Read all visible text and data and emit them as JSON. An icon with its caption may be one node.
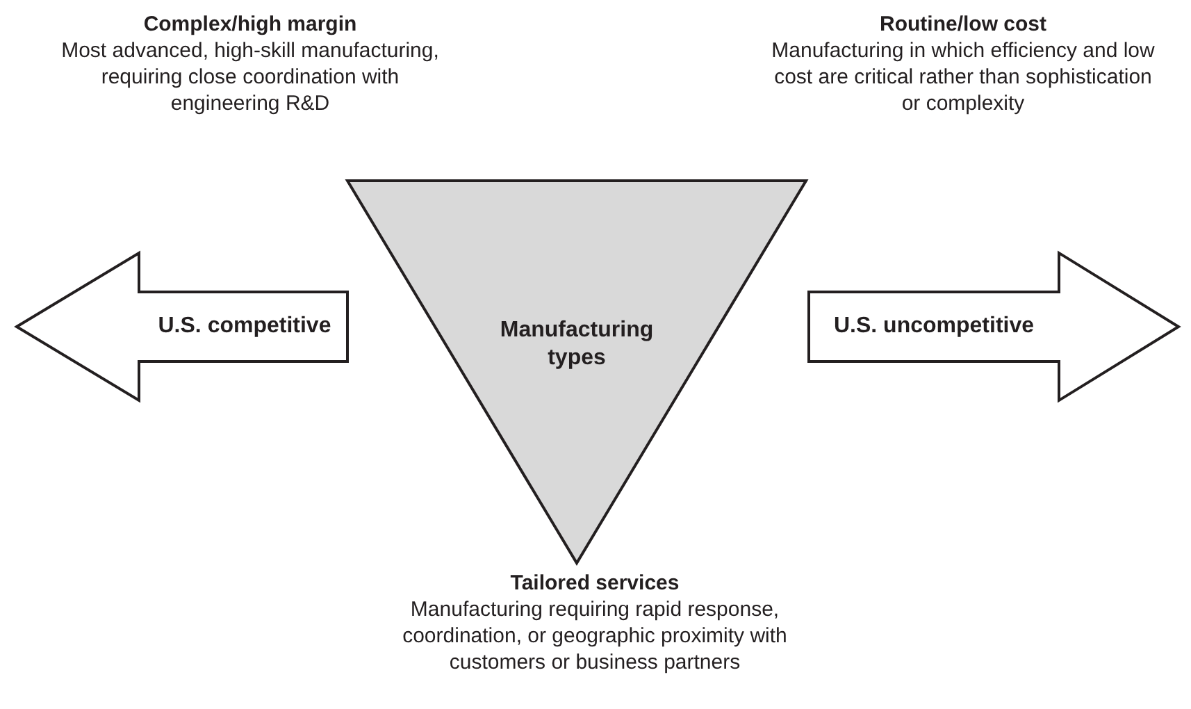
{
  "diagram": {
    "nodes": [
      {
        "text": [
          "Manufacturing types"
        ]
      },
      {
        "text": [
          "U.S. competitive"
        ]
      },
      {
        "text": [
          "U.S. uncompetitive"
        ]
      }
    ],
    "edges": [],
    "labels": [
      "Complex/high margin",
      "Most advanced, high-skill manufacturing, requiring close coordination with engineering R&D",
      "Routine/low cost",
      "Manufacturing in which efficiency and low cost are critical rather than sophistication or complexity",
      "Tailored services",
      "Manufacturing requiring rapid response, coordination, or geographic proximity with customers or business partners"
    ]
  }
}
